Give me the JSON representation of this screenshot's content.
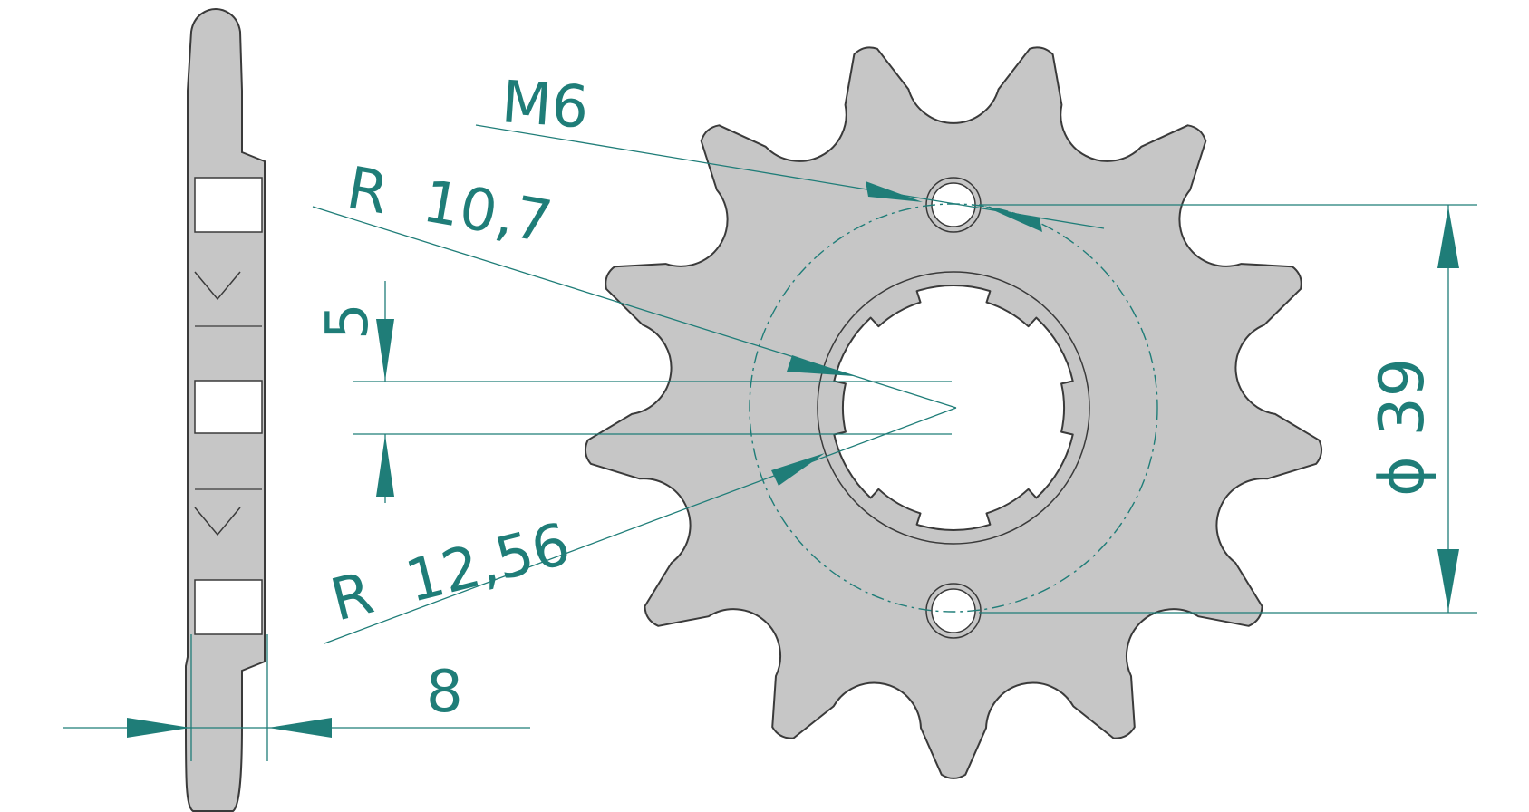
{
  "drawing": {
    "colors": {
      "part_fill": "#c6c6c6",
      "outline": "#3a3a3a",
      "dimension": "#1f7d78",
      "background": "#ffffff"
    },
    "sprocket": {
      "teeth": 13,
      "mounting_holes": 2,
      "spline_teeth": 6
    },
    "labels": {
      "thread": "M6",
      "inner_radius": "R  10,7",
      "spline_width": "5",
      "outer_radius": "R  12,56",
      "bolt_circle": "ϕ 39",
      "thickness": "8"
    }
  }
}
